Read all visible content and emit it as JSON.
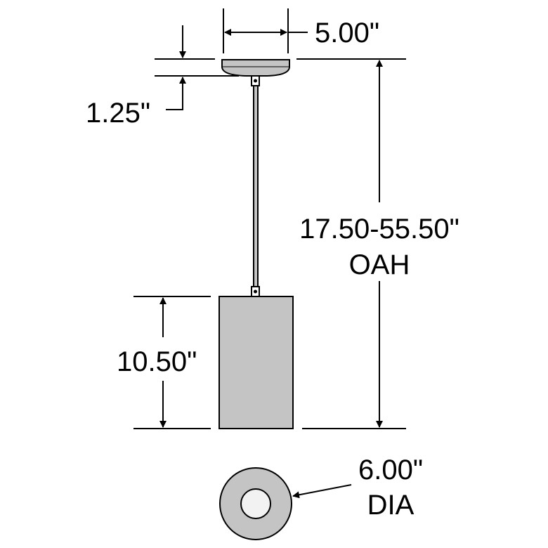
{
  "colors": {
    "line": "#000000",
    "fixture_fill": "#c4c4c4",
    "background": "#ffffff",
    "lens_fill": "#f2f2f2"
  },
  "labels": {
    "canopy_width": "5.00\"",
    "canopy_height": "1.25\"",
    "overall_height_value": "17.50-55.50\"",
    "overall_height_unit": "OAH",
    "shade_height": "10.50\"",
    "diameter_value": "6.00\"",
    "diameter_unit": "DIA"
  }
}
